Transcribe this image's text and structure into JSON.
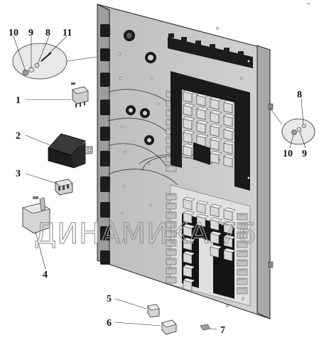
{
  "diagram": {
    "watermark": "ДИНАМИКА 76",
    "corner_mark": "ᵒᵒ",
    "callouts": {
      "c1": "1",
      "c2": "2",
      "c3": "3",
      "c4": "4",
      "c5": "5",
      "c6": "6",
      "c7": "7",
      "c8_left": "8",
      "c9_left": "9",
      "c10_left": "10",
      "c11_left": "11",
      "c8_right": "8",
      "c9_right": "9",
      "c10_right": "10"
    }
  },
  "colors": {
    "panel": "#c9c9c9",
    "panel_dark": "#8a8a8a",
    "relay": "#d6d6d6",
    "block_dark": "#1a1a1a",
    "outline": "#222222"
  }
}
